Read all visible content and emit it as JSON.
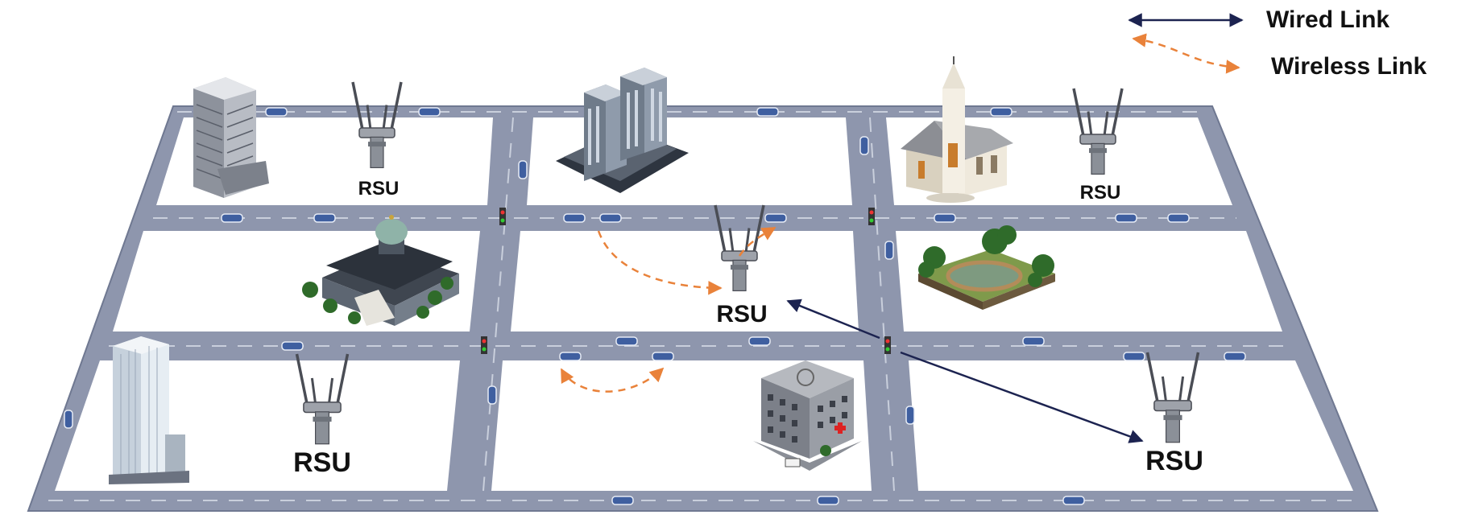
{
  "legend": {
    "wired_label": "Wired Link",
    "wireless_label": "Wireless Link"
  },
  "rsu_labels": [
    "RSU",
    "RSU",
    "RSU",
    "RSU",
    "RSU"
  ],
  "colors": {
    "road": "#8e96ad",
    "road_edge": "#6f7891",
    "block": "#ffffff",
    "wired": "#1c2350",
    "wireless": "#e9823a",
    "antenna": "#4a4d55"
  },
  "buildings": [
    "office-tower",
    "twin-towers",
    "church",
    "domed-hall",
    "park",
    "glass-skyscraper",
    "hospital"
  ]
}
